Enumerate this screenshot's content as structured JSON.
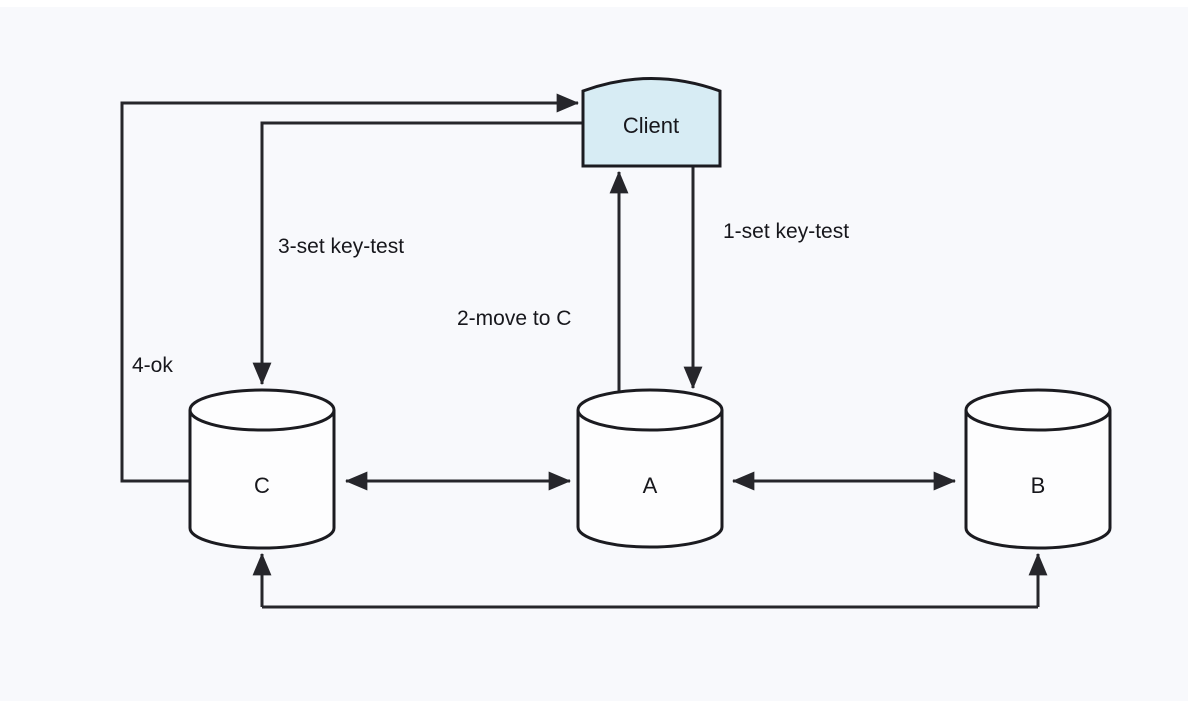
{
  "diagram": {
    "nodes": {
      "client": {
        "label": "Client",
        "shape": "display-box"
      },
      "c": {
        "label": "C",
        "shape": "database-cylinder"
      },
      "a": {
        "label": "A",
        "shape": "database-cylinder"
      },
      "b": {
        "label": "B",
        "shape": "database-cylinder"
      }
    },
    "edges": {
      "set_key_a": {
        "label": "1-set key-test",
        "from": "Client",
        "to": "A",
        "direction": "one-way"
      },
      "move_to_c": {
        "label": "2-move to C",
        "from": "A",
        "to": "Client",
        "direction": "one-way"
      },
      "set_key_c": {
        "label": "3-set key-test",
        "from": "Client",
        "to": "C",
        "direction": "one-way"
      },
      "ok": {
        "label": "4-ok",
        "from": "C",
        "to": "Client",
        "direction": "one-way"
      },
      "c_a_sync": {
        "label": "",
        "from": "C",
        "to": "A",
        "direction": "two-way"
      },
      "a_b_sync": {
        "label": "",
        "from": "A",
        "to": "B",
        "direction": "two-way"
      },
      "bottom_sync": {
        "label": "",
        "from": "B",
        "to": "C",
        "direction": "two-way"
      }
    },
    "colors": {
      "client_fill": "#d7ecf4",
      "line": "#26262b",
      "cylinder_fill": "#fdfdfe",
      "background": "#f8f9fc",
      "text": "#17171c"
    }
  }
}
